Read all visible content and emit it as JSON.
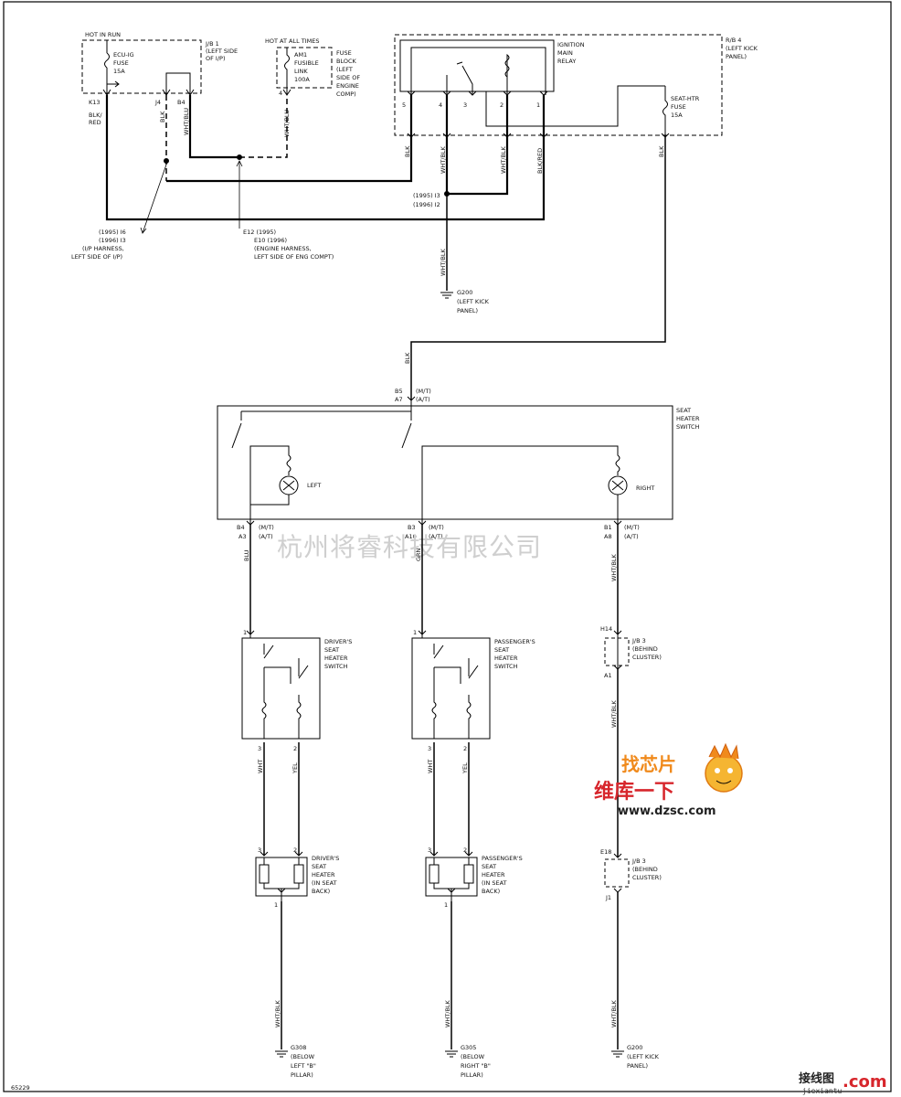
{
  "frame": {
    "ref": "65229"
  },
  "jb1": {
    "hot_in_run": "HOT IN RUN",
    "title": [
      "J/B 1",
      "(LEFT SIDE",
      "OF I/P)"
    ],
    "fuse": [
      "ECU-IG",
      "FUSE",
      "15A"
    ],
    "pin_k13": "K13",
    "wire_k13": [
      "BLK/",
      "RED"
    ],
    "pin_j4": "J4",
    "wire_j4": "BLK",
    "pin_b4": "B4",
    "wire_b4": "WHT/BLU"
  },
  "fuse_block": {
    "hot_at_all_times": "HOT AT ALL TIMES",
    "link": [
      "AM1",
      "FUSIBLE",
      "LINK",
      "100A"
    ],
    "title": [
      "FUSE",
      "BLOCK",
      "(LEFT",
      "SIDE OF",
      "ENGINE",
      "COMP)"
    ],
    "pin": "4",
    "wire": "WHT/BLU"
  },
  "rb4": {
    "relay": [
      "IGNITION",
      "MAIN",
      "RELAY"
    ],
    "title": [
      "R/B 4",
      "(LEFT KICK",
      "PANEL)"
    ],
    "fuse": [
      "SEAT-HTR",
      "FUSE",
      "15A"
    ],
    "pins": [
      "5",
      "4",
      "3",
      "2",
      "1"
    ],
    "wires": [
      "BLK",
      "WHT/BLK",
      "WHT/BLK",
      "BLK/RED",
      "BLK"
    ]
  },
  "splices": {
    "i6": [
      "(1995) I6",
      "(1996) I3",
      "(I/P HARNESS,",
      "LEFT SIDE OF I/P)"
    ],
    "e12": [
      "E12 (1995)",
      "E10 (1996)",
      "(ENGINE HARNESS,",
      "LEFT SIDE OF ENG COMPT)"
    ],
    "i3": [
      "(1995) I3",
      "(1996) I2"
    ]
  },
  "g200_top": {
    "wire": "WHT/BLK",
    "label": [
      "G200",
      "(LEFT KICK",
      "PANEL)"
    ]
  },
  "seat_switch": {
    "wire_in": "BLK",
    "pin_in": [
      "B5",
      "A7"
    ],
    "trans_in": [
      "(M/T)",
      "(A/T)"
    ],
    "title": [
      "SEAT",
      "HEATER",
      "SWITCH"
    ],
    "left": "LEFT",
    "right": "RIGHT",
    "outs": [
      {
        "pins": [
          "B4",
          "A3"
        ],
        "trans": [
          "(M/T)",
          "(A/T)"
        ],
        "wire": "BLU"
      },
      {
        "pins": [
          "B3",
          "A10"
        ],
        "trans": [
          "(M/T)",
          "(A/T)"
        ],
        "wire": "GRN"
      },
      {
        "pins": [
          "B1",
          "A8"
        ],
        "trans": [
          "(M/T)",
          "(A/T)"
        ],
        "wire": "WHT/BLK"
      }
    ]
  },
  "watermark": "杭州将睿科技有限公司",
  "drv_switch": {
    "pin": "1",
    "title": [
      "DRIVER'S",
      "SEAT",
      "HEATER",
      "SWITCH"
    ],
    "pins_out": [
      "3",
      "2"
    ],
    "wires": [
      "WHT",
      "YEL"
    ]
  },
  "pas_switch": {
    "pin": "1",
    "title": [
      "PASSENGER'S",
      "SEAT",
      "HEATER",
      "SWITCH"
    ],
    "pins_out": [
      "3",
      "2"
    ],
    "wires": [
      "WHT",
      "YEL"
    ]
  },
  "jb3_top": {
    "pins": [
      "H14",
      "A1"
    ],
    "title": [
      "J/B 3",
      "(BEHIND",
      "CLUSTER)"
    ],
    "wire": "WHT/BLK"
  },
  "jb3_bot": {
    "pins": [
      "E18",
      "J1"
    ],
    "title": [
      "J/B 3",
      "(BEHIND",
      "CLUSTER)"
    ]
  },
  "drv_heater": {
    "pins": [
      "3",
      "2"
    ],
    "pin_out": "1",
    "title": [
      "DRIVER'S",
      "SEAT",
      "HEATER",
      "(IN SEAT",
      "BACK)"
    ]
  },
  "pas_heater": {
    "pins": [
      "3",
      "2"
    ],
    "pin_out": "1",
    "title": [
      "PASSENGER'S",
      "SEAT",
      "HEATER",
      "(IN SEAT",
      "BACK)"
    ]
  },
  "grounds": [
    {
      "wire": "WHT/BLK",
      "label": [
        "G308",
        "(BELOW",
        "LEFT \"B\"",
        "PILLAR)"
      ]
    },
    {
      "wire": "WHT/BLK",
      "label": [
        "G305",
        "(BELOW",
        "RIGHT \"B\"",
        "PILLAR)"
      ]
    },
    {
      "wire": "WHT/BLK",
      "label": [
        "G200",
        "(LEFT KICK",
        "PANEL)"
      ]
    }
  ],
  "logo": {
    "top": "找芯片",
    "mid": "维库一下",
    "url": "www.dzsc.com"
  },
  "corner_logo": {
    "text": "接线图",
    "dom": ".com",
    "sub": "jiexiantu"
  }
}
